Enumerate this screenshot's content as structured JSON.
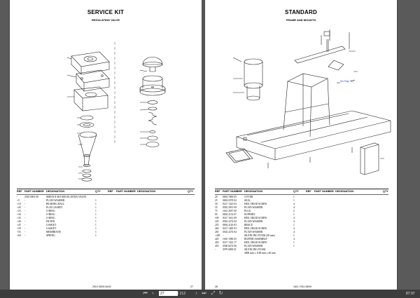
{
  "left_page": {
    "title": "SERVICE KIT",
    "subtitle": "REGULATING VALVE",
    "headers": {
      "ref": "REF",
      "part_number": "PART NUMBER",
      "designation": "DESIGNATION",
      "qty": "QTY",
      "ref2": "REF",
      "part_number2": "PART NUMBER",
      "designation2": "DESIGNATION",
      "qty2": "QTY"
    },
    "rows": [
      {
        "ref": "-",
        "pn": "2910 0001 00",
        "des": "SERVICE KIT REGULATING VALVE",
        "qty": ""
      },
      {
        "ref": "+5",
        "pn": "-",
        "des": "PLAIN WASHER",
        "qty": "1"
      },
      {
        "ref": "+10",
        "pn": "-",
        "des": "BEARING BALL",
        "qty": "1"
      },
      {
        "ref": "+20",
        "pn": "-",
        "des": "FLAT GASKET",
        "qty": "1"
      },
      {
        "ref": "+25",
        "pn": "-",
        "des": "O-RING",
        "qty": "1"
      },
      {
        "ref": "+30",
        "pn": "-",
        "des": "O-RING",
        "qty": "1"
      },
      {
        "ref": "+35",
        "pn": "-",
        "des": "O-RING",
        "qty": "1"
      },
      {
        "ref": "+40",
        "pn": "-",
        "des": "FILTER",
        "qty": "1"
      },
      {
        "ref": "+45",
        "pn": "-",
        "des": "GASKET",
        "qty": "1"
      },
      {
        "ref": "+50",
        "pn": "-",
        "des": "GASKET",
        "qty": "1"
      },
      {
        "ref": "+55",
        "pn": "-",
        "des": "MEMBRANE",
        "qty": "1"
      },
      {
        "ref": "+60",
        "pn": "-",
        "des": "SPRING",
        "qty": "1"
      }
    ],
    "footer_doc": "2910 3005 0A/02",
    "page_number": "27"
  },
  "right_page": {
    "title": "STANDARD",
    "subtitle": "FRAME AND MOUNTS",
    "see_page_note": "See Page 111",
    "headers": {
      "ref": "REF",
      "part_number": "PART NUMBER",
      "designation": "DESIGNATION",
      "qty": "QTY",
      "ref2": "REF",
      "part_number2": "PART NUMBER",
      "designation2": "DESIGNATION",
      "qty2": "QTY"
    },
    "rows": [
      {
        "ref": "20",
        "pn": "0694 7000 05",
        "des": "COVER",
        "qty": "1"
      },
      {
        "ref": "25",
        "pn": "0694 0378 02",
        "des": "SEAL",
        "qty": "1"
      },
      {
        "ref": "30",
        "pn": "0147 1323 03",
        "des": "HEX. HEAD SCREW",
        "qty": "4"
      },
      {
        "ref": "35",
        "pn": "0302 2031 00",
        "des": "PLAIN WASHER",
        "qty": "4"
      },
      {
        "ref": "75",
        "pn": "1613 2657 00",
        "des": "PLUG",
        "qty": "2"
      },
      {
        "ref": "95",
        "pn": "0694 2132 07",
        "des": "SUPPORT",
        "qty": "1"
      },
      {
        "ref": "100",
        "pn": "0147 1612 09",
        "des": "HEX. HEAD SCREW",
        "qty": "4"
      },
      {
        "ref": "105",
        "pn": "0302 2274 04",
        "des": "PLAIN WASHER",
        "qty": "4"
      },
      {
        "ref": "255",
        "pn": "0694 2120 03",
        "des": "BRACE",
        "qty": "1"
      },
      {
        "ref": "260",
        "pn": "0147 1465 03",
        "des": "HEX. HEAD SCREW",
        "qty": "4"
      },
      {
        "ref": "265",
        "pn": "0302 2274 04",
        "des": "PLAIN WASHER",
        "qty": "4"
      },
      {
        "ref": "+405",
        "pn": "-",
        "des": "SILENCING FOAM (40 mm)",
        "qty": "1"
      },
      {
        "ref": "445",
        "pn": "1610 1586 03",
        "des": "BUFFER ASSEMBLY",
        "qty": "4"
      },
      {
        "ref": "450",
        "pn": "0147 1322 17",
        "des": "HEX. HEAD SCREW",
        "qty": "1"
      },
      {
        "ref": "455",
        "pn": "0300 8274 90",
        "des": "PLAIN WASHER",
        "qty": "1"
      }
    ],
    "extra_row": {
      "ref": "-",
      "pn": "3979 0000 01",
      "des": "SILENCING FOAM",
      "qty": ""
    },
    "extra_row_note": "2800 mm x 1100 mm x 40 mm",
    "page_number": "28",
    "footer_doc": "1611 7031 28/09"
  },
  "viewer": {
    "current_page": "27 / 212",
    "total_pages": "/ 212",
    "zoom": "87.97",
    "icons": {
      "prev": "chevron-left-icon",
      "next": "chevron-right-icon",
      "first": "skip-back-icon",
      "last": "skip-forward-icon",
      "fit": "fit-page-icon",
      "rotate": "rotate-icon"
    }
  }
}
